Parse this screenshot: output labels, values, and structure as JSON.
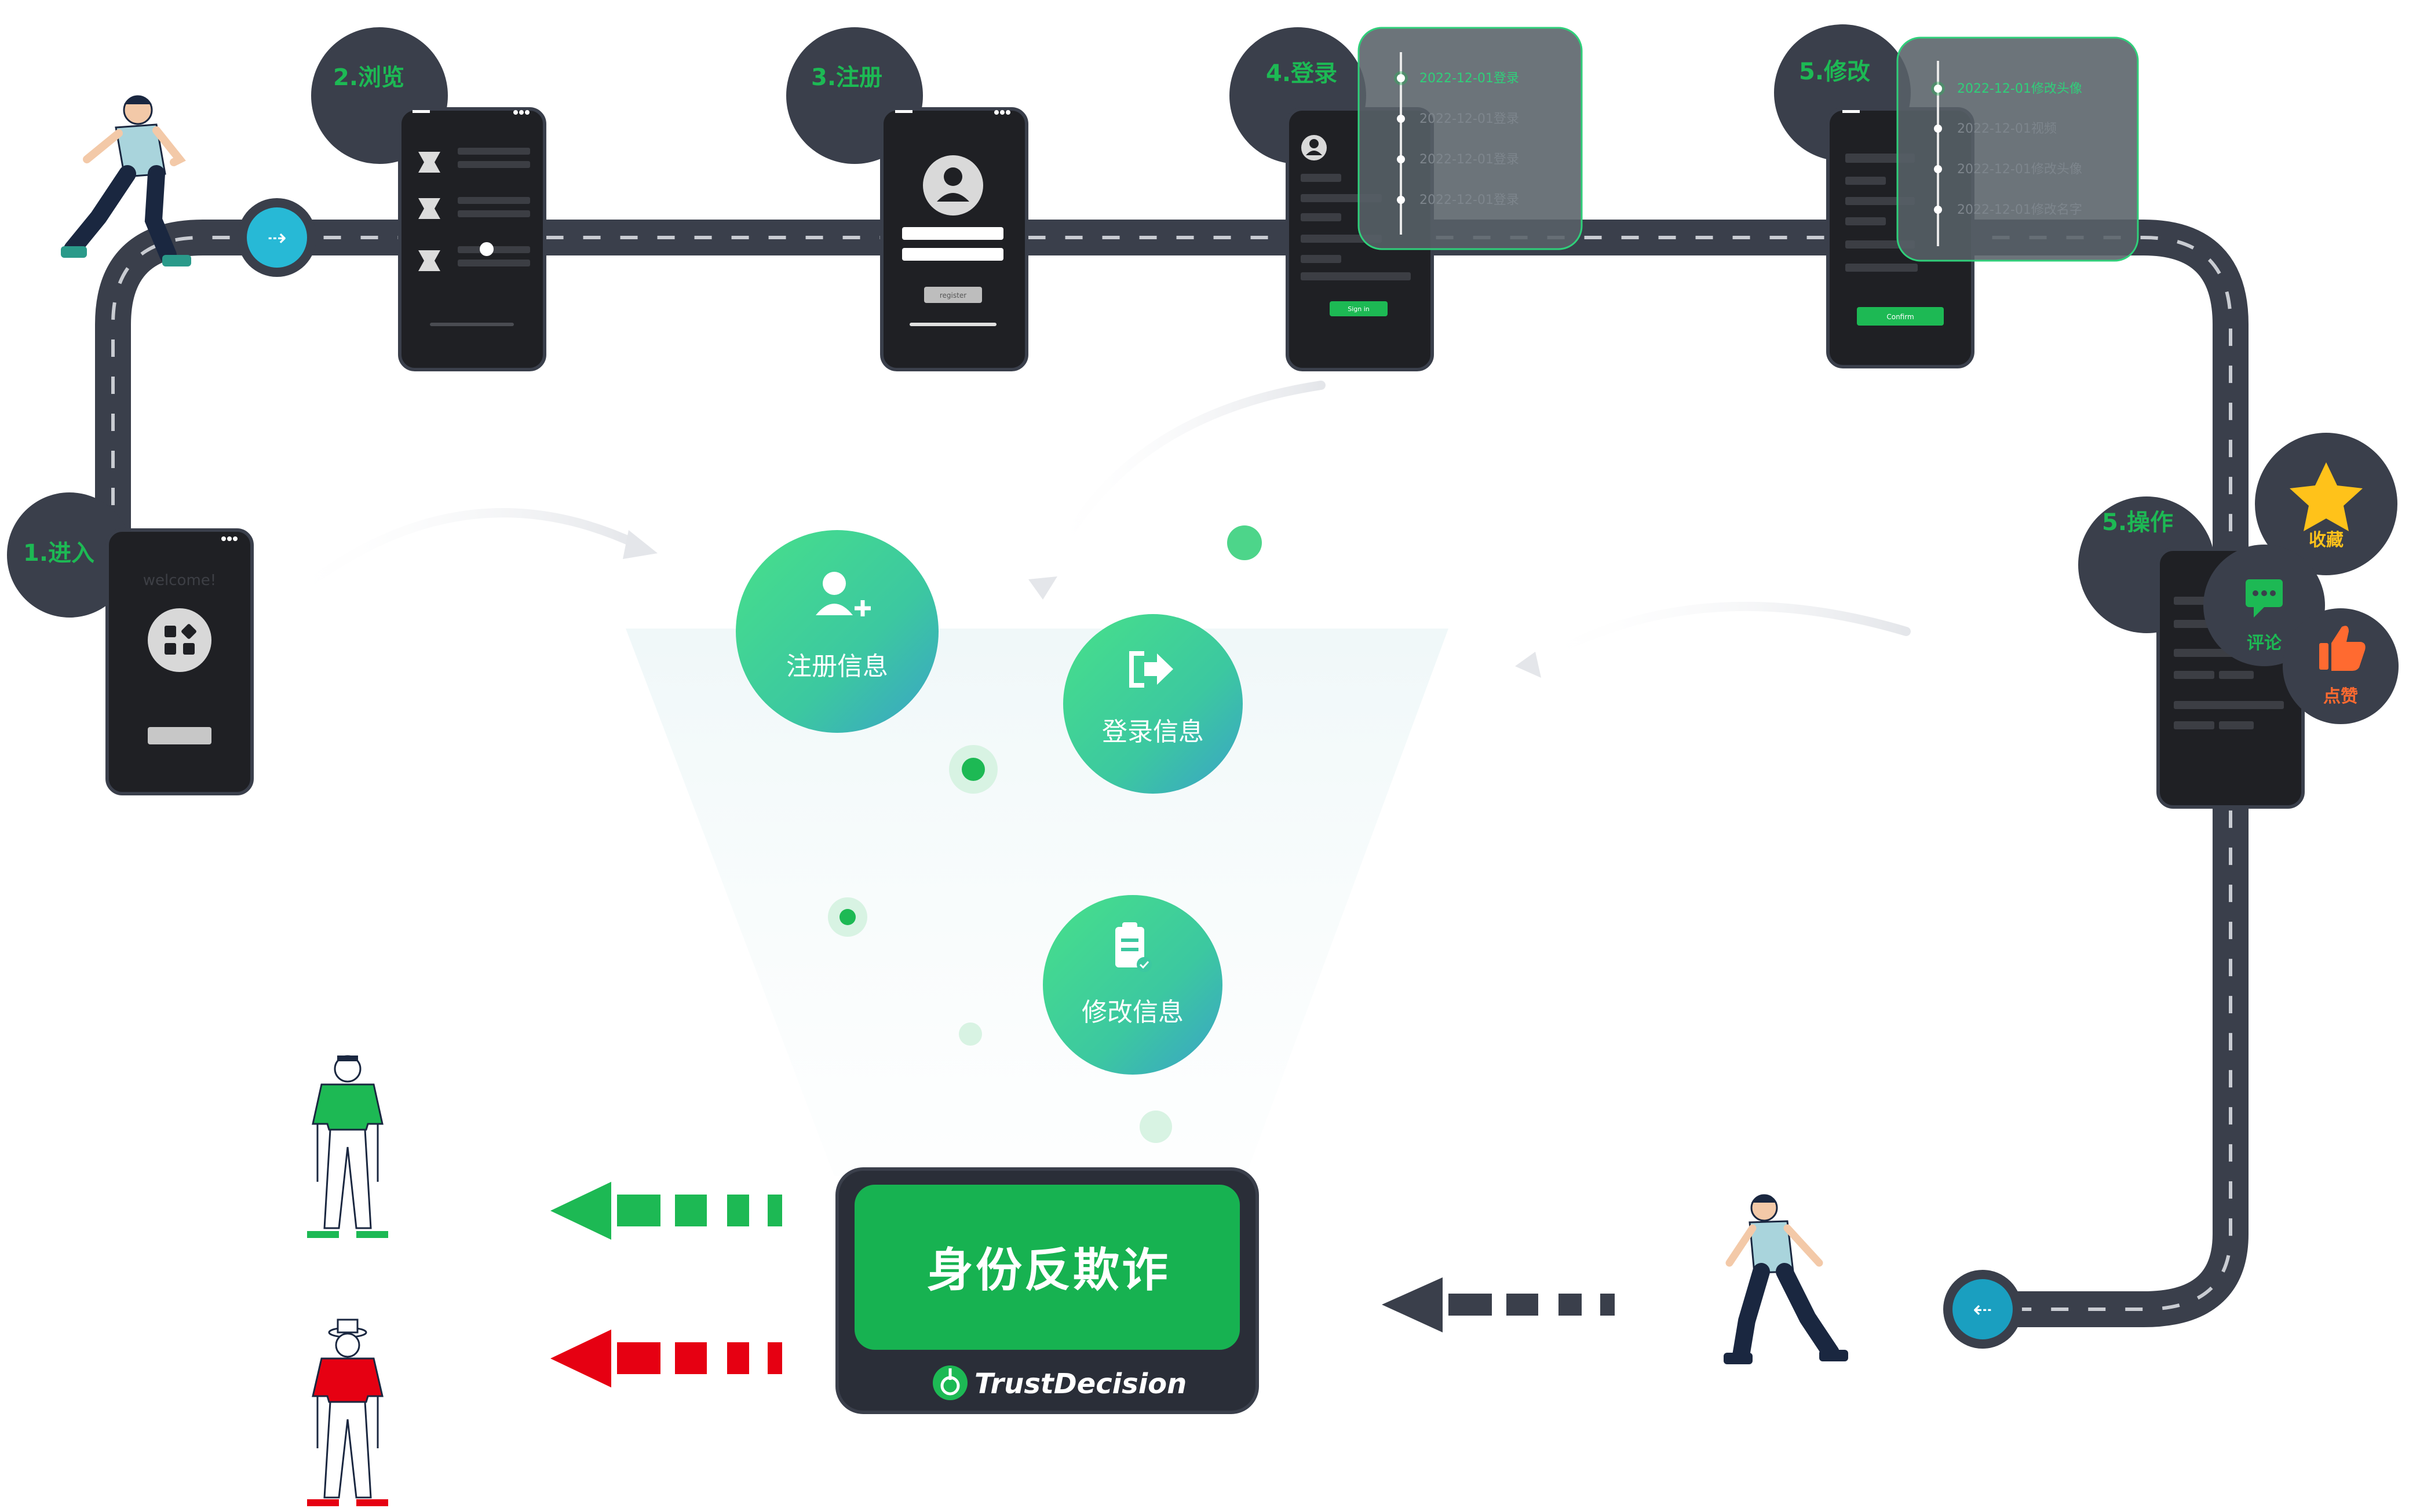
{
  "steps": {
    "enter": "1.进入",
    "browse": "2.浏览",
    "register": "3.注册",
    "login": "4.登录",
    "modify": "5.修改",
    "operate": "5.操作"
  },
  "phones": {
    "welcome_text": "welcome!",
    "register_button": "register",
    "signin_button": "Sign in",
    "confirm_button": "Confirm"
  },
  "login_timeline": [
    "2022-12-01登录",
    "2022-12-01登录",
    "2022-12-01登录",
    "2022-12-01登录"
  ],
  "modify_timeline": [
    "2022-12-01修改头像",
    "2022-12-01视频",
    "2022-12-01修改头像",
    "2022-12-01修改名字"
  ],
  "actions": {
    "favorite": "收藏",
    "comment": "评论",
    "like": "点赞"
  },
  "info_circles": {
    "register_info": "注册信息",
    "login_info": "登录信息",
    "modify_info": "修改信息"
  },
  "engine": {
    "title": "身份反欺诈",
    "brand": "TrustDecision"
  },
  "colors": {
    "road": "#3a3f4b",
    "step_circle": "#3a3f4b",
    "accent_green": "#1db954",
    "teal": "#27b9d6",
    "danger_red": "#e60012",
    "phone": "#1f2024"
  }
}
